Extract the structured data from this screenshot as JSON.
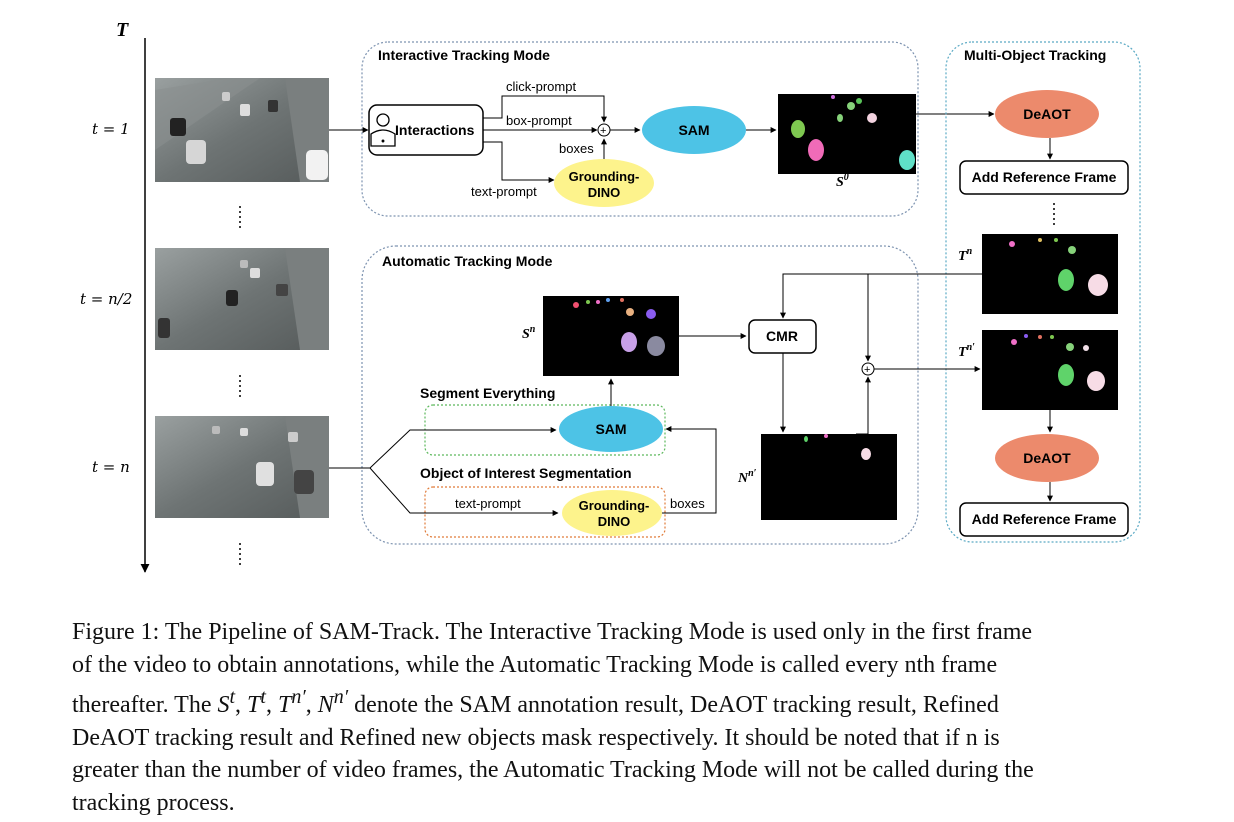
{
  "timeline": {
    "axis_label": "T",
    "t1": "t = 1",
    "tmid": "t = n/2",
    "tn": "t = n"
  },
  "interactive": {
    "title": "Interactive Tracking Mode",
    "interactions": "Interactions",
    "click_prompt": "click-prompt",
    "box_prompt": "box-prompt",
    "boxes": "boxes",
    "text_prompt": "text-prompt",
    "grounding_line1": "Grounding-",
    "grounding_line2": "DINO",
    "sam": "SAM",
    "s0": "S",
    "s0_sup": "0"
  },
  "automatic": {
    "title": "Automatic Tracking Mode",
    "sn": "S",
    "sn_sup": "n",
    "cmr": "CMR",
    "segment_everything": "Segment Everything",
    "sam": "SAM",
    "ooi_title": "Object of Interest Segmentation",
    "text_prompt": "text-prompt",
    "grounding_line1": "Grounding-",
    "grounding_line2": "DINO",
    "boxes": "boxes",
    "nn": "N",
    "nn_sup": "n′"
  },
  "mot": {
    "title": "Multi-Object Tracking",
    "deaot1": "DeAOT",
    "add_ref1": "Add Reference Frame",
    "tn": "T",
    "tn_sup": "n",
    "tnp": "T",
    "tnp_sup": "n′",
    "deaot2": "DeAOT",
    "add_ref2": "Add Reference Frame"
  },
  "colors": {
    "sam": "#4dc3e6",
    "grounding": "#fdf38c",
    "deaot": "#ec8a6c",
    "interactive_border": "#7d93b0",
    "mot_border": "#5aa9c4",
    "segment_border": "#5cb85c",
    "ooi_border": "#e07b39"
  },
  "caption": {
    "l1": "Figure 1: The Pipeline of SAM-Track. The Interactive Tracking Mode is used only in the first frame",
    "l2": "of the video to obtain annotations, while the Automatic Tracking Mode is called every nth frame",
    "l3a": "thereafter. The ",
    "l3b": " denote the SAM annotation result, DeAOT tracking result, Refined",
    "l4": "DeAOT tracking result and Refined new objects mask respectively.  It should be noted that if n is",
    "l5": "greater than the number of video frames, the Automatic Tracking Mode will not be called during the",
    "l6": "tracking process."
  }
}
